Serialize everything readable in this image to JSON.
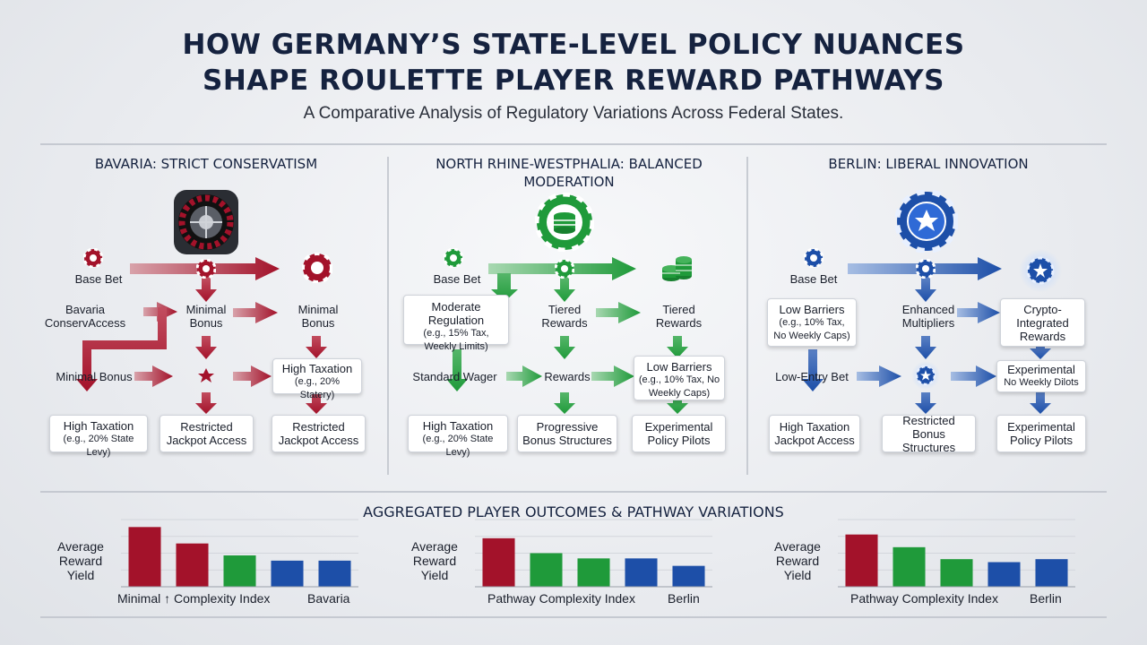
{
  "header": {
    "title_line1": "HOW GERMANY’S STATE-LEVEL POLICY NUANCES",
    "title_line2": "SHAPE ROULETTE PLAYER REWARD PATHWAYS",
    "subtitle": "A Comparative Analysis of Regulatory Variations Across Federal States."
  },
  "colors": {
    "bavaria": "#a3122a",
    "nrw": "#1f9a3a",
    "berlin": "#1d4fa8"
  },
  "panels": [
    {
      "title_line1": "BAVARIA: STRICT CONSERVATISM",
      "title_line2": "",
      "icon": "roulette-wheel-icon",
      "base_bet": "Base Bet",
      "row1_left": "Bavaria ConservAccess",
      "row1_mid": "Minimal Bonus",
      "row1_right": "Minimal Bonus",
      "row2_left": "Minimal Bonus",
      "row2_right_main": "High Taxation",
      "row2_right_sub": "(e.g., 20% Statery)",
      "bottom_left_main": "High Taxation",
      "bottom_left_sub": "(e.g., 20% State Levy)",
      "bottom_mid": "Restricted Jackpot Access",
      "bottom_right": "Restricted Jackpot Access"
    },
    {
      "title_line1": "NORTH RHINE-WESTPHALIA: BALANCED",
      "title_line2": "MODERATION",
      "icon": "chip-stack-icon",
      "base_bet": "Base Bet",
      "row1_left_main": "Moderate Regulation",
      "row1_left_sub": "(e.g., 15% Tax, Weekly Limits)",
      "row1_mid": "Tiered Rewards",
      "row1_right": "Tiered Rewards",
      "row2_left": "Standard Wager",
      "row2_mid": "Rewards",
      "row2_right_main": "Low Barriers",
      "row2_right_sub": "(e.g., 10% Tax, No Weekly Caps)",
      "bottom_left_main": "High Taxation",
      "bottom_left_sub": "(e.g., 20% State Levy)",
      "bottom_mid": "Progressive Bonus Structures",
      "bottom_right": "Experimental Policy Pilots"
    },
    {
      "title_line1": "BERLIN: LIBERAL INNOVATION",
      "title_line2": "",
      "icon": "star-chip-icon",
      "base_bet": "Base Bet",
      "row1_left_main": "Low Barriers",
      "row1_left_sub": "(e.g., 10% Tax, No Weekly Caps)",
      "row1_mid": "Enhanced Multipliers",
      "row1_right": "Crypto-Integrated Rewards",
      "row2_left": "Low-Entry Bet",
      "row2_right_main": "Experimental",
      "row2_right_sub": "No Weekly Dilots",
      "bottom_left": "High Taxation Jackpot Access",
      "bottom_mid": "Restricted Bonus Structures",
      "bottom_right": "Experimental Policy Pilots"
    }
  ],
  "outcomes_title": "AGGREGATED PLAYER OUTCOMES & PATHWAY VARIATIONS",
  "chart_data": [
    {
      "type": "bar",
      "ylabel": "Average Reward Yield",
      "xlabel": "Minimal ↑ Complexity Index",
      "xlabel_right": "Bavaria",
      "values": [
        80,
        58,
        42,
        35,
        35
      ],
      "colors": [
        "#a3122a",
        "#a3122a",
        "#1f9a3a",
        "#1d4fa8",
        "#1d4fa8"
      ],
      "ylim": [
        0,
        90
      ]
    },
    {
      "type": "bar",
      "ylabel": "Average Reward Yield",
      "xlabel": "Pathway Complexity Index",
      "xlabel_right": "Berlin",
      "values": [
        65,
        45,
        38,
        38,
        28
      ],
      "colors": [
        "#a3122a",
        "#1f9a3a",
        "#1f9a3a",
        "#1d4fa8",
        "#1d4fa8"
      ],
      "ylim": [
        0,
        90
      ]
    },
    {
      "type": "bar",
      "ylabel": "Average Reward Yield",
      "xlabel": "Pathway Complexity Index",
      "xlabel_right": "Berlin",
      "values": [
        70,
        53,
        37,
        33,
        37
      ],
      "colors": [
        "#a3122a",
        "#1f9a3a",
        "#1f9a3a",
        "#1d4fa8",
        "#1d4fa8"
      ],
      "ylim": [
        0,
        90
      ]
    }
  ]
}
